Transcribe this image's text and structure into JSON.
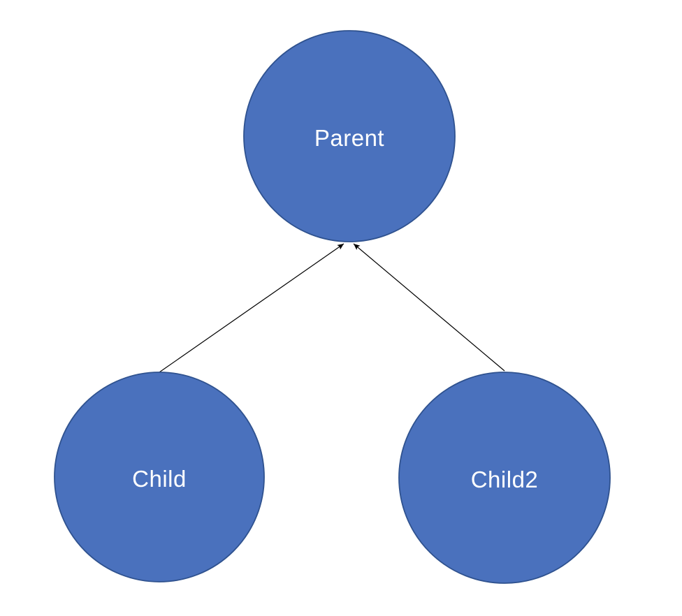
{
  "diagram": {
    "type": "graph",
    "title": "",
    "nodes": [
      {
        "id": "parent",
        "label": "Parent",
        "shape": "circle"
      },
      {
        "id": "child",
        "label": "Child",
        "shape": "circle"
      },
      {
        "id": "child2",
        "label": "Child2",
        "shape": "circle"
      }
    ],
    "edges": [
      {
        "from": "child",
        "to": "parent",
        "arrow": "filled-triangle"
      },
      {
        "from": "child2",
        "to": "parent",
        "arrow": "filled-triangle"
      }
    ],
    "colors": {
      "node_fill": "#4A71BD",
      "node_border": "#2F528F",
      "edge_line": "#000000",
      "label_text": "#FFFFFF",
      "background": "#FFFFFF"
    }
  }
}
